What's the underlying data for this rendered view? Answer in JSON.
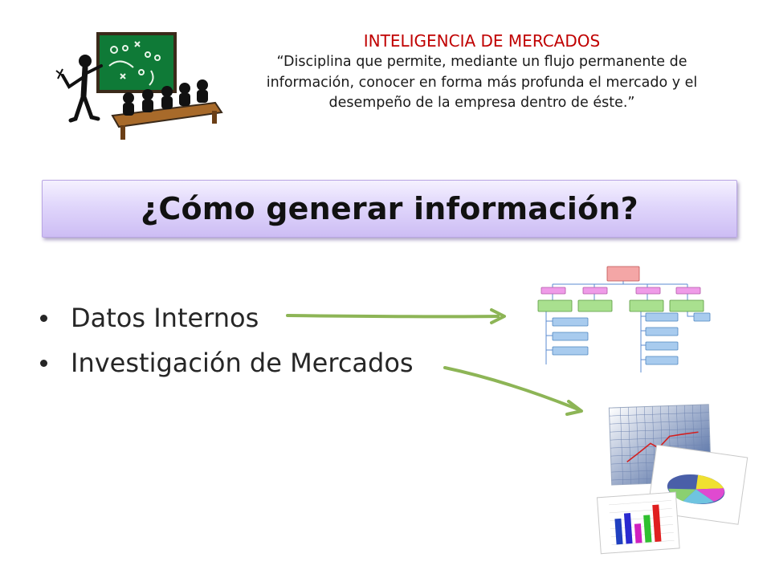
{
  "header": {
    "title": "INTELIGENCIA DE MERCADOS",
    "quote_lines": [
      "“Disciplina que permite, mediante un flujo permanente de",
      "información, conocer en forma más profunda el mercado y el",
      "desempeño de la empresa dentro de éste.”"
    ]
  },
  "banner": {
    "title": "¿Cómo generar información?"
  },
  "bullets": [
    {
      "text": "Datos Internos"
    },
    {
      "text": "Investigación de Mercados"
    }
  ],
  "colors": {
    "header_title": "#c00000",
    "banner_fill": "#d9cdf8",
    "arrow": "#8db556",
    "org_top": "#f4a6a6",
    "org_second": "#ef9be8",
    "org_third": "#a9e08f",
    "org_fourth": "#a8cbee"
  },
  "icons": {
    "teacher_clipart": "teacher-chalkboard-icon",
    "org_chart": "org-chart-icon",
    "charts": "charts-collage-icon"
  }
}
